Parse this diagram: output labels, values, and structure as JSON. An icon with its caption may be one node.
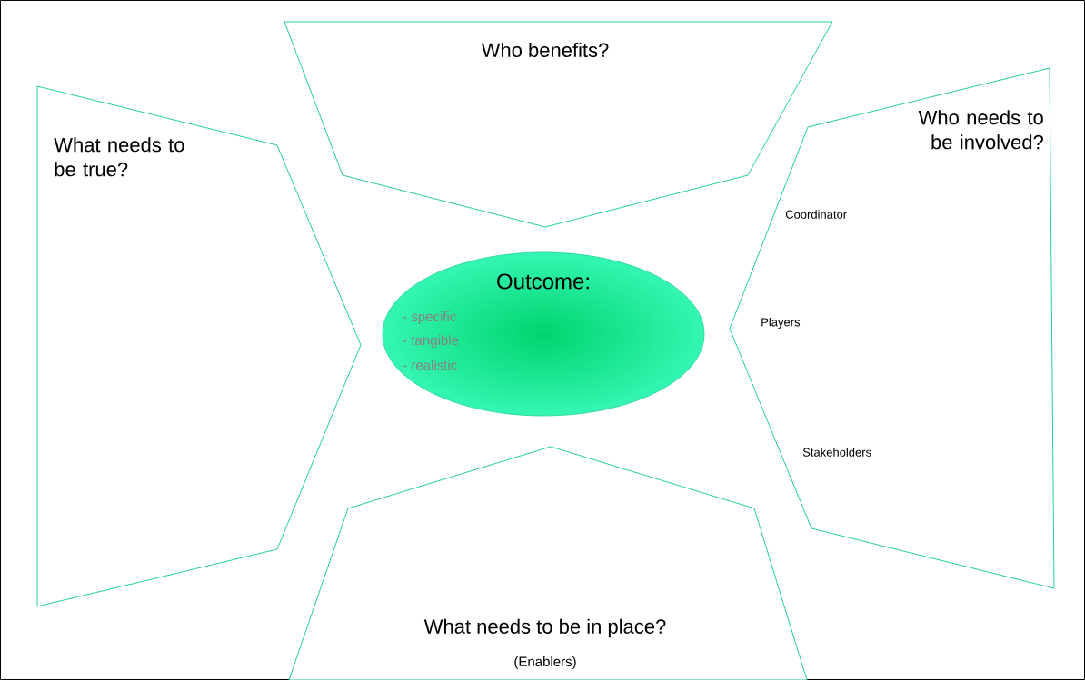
{
  "diagram": {
    "nodes": [
      {
        "text": [
          "Who benefits?"
        ]
      },
      {
        "text": [
          "What needs to be true?"
        ]
      },
      {
        "text": [
          "Who needs to be involved?",
          "Coordinator",
          "Players",
          "Stakeholders"
        ]
      },
      {
        "text": [
          "Outcome:",
          "- specific",
          "- tangible",
          "- realistic"
        ]
      },
      {
        "text": [
          "What needs to be in place?",
          "(Enablers)"
        ]
      }
    ]
  }
}
